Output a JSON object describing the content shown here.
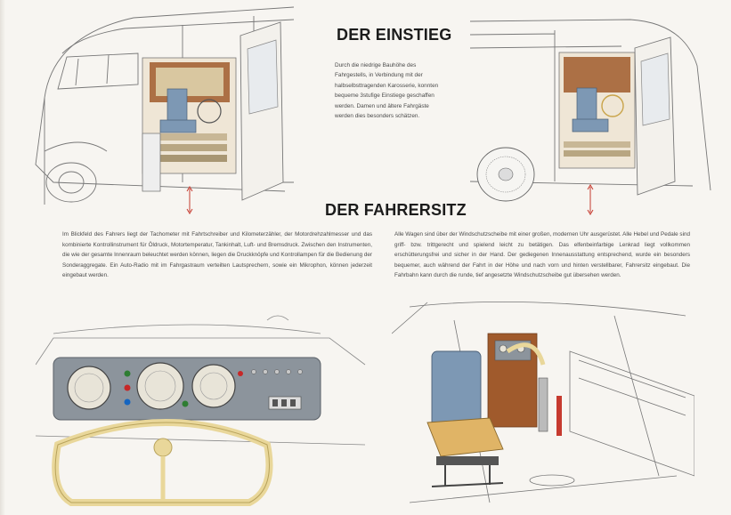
{
  "headings": {
    "einstieg": "DER EINSTIEG",
    "fahrersitz": "DER FAHRERSITZ"
  },
  "intro_text": "Durch die niedrige Bauhöhe des Fahrgestells, in Verbindung mit der halbselbsttragenden Karosserie, konnten bequeme 3stufige Einstiege geschaffen werden. Damen und ältere Fahrgäste werden dies besonders schätzen.",
  "body_text": {
    "col1": "Im Blickfeld des Fahrers liegt der Tachometer mit Fahrtschreiber und Kilometerzähler, der Motordrehzahlmesser und das kombinierte Kontrollinstrument für Öldruck, Motortemperatur, Tankinhalt, Luft- und Bremsdruck. Zwischen den Instrumenten, die wie der gesamte Innenraum beleuchtet werden können, liegen die Druckknöpfe und Kontrollampen für die Bedienung der Sonderaggregate. Ein Auto-Radio mit im Fahrgastraum verteilten Lautsprechern, sowie ein Mikrophon, können jederzeit eingebaut werden.",
    "col2": "Alle Wagen sind über der Windschutzscheibe mit einer großen, modernen Uhr ausgerüstet. Alle Hebel und Pedale sind griff- bzw. trittgerecht und spielend leicht zu betätigen. Das elfenbeinfarbige Lenkrad liegt vollkommen erschütterungsfrei und sicher in der Hand. Der gediegenen Innenausstattung entsprechend, wurde ein besonders bequemer, auch während der Fahrt in der Höhe und nach vorn und hinten verstellbarer, Fahrersitz eingebaut. Die Fahrbahn kann durch die runde, tief angesetzte Windschutzscheibe gut übersehen werden."
  },
  "colors": {
    "paper": "#f7f5f1",
    "line": "#6b6b6b",
    "wood": "#a05a2c",
    "seat_blue": "#7d98b4",
    "wheel_ivory": "#e9d79a",
    "arrow_red": "#c63a2f",
    "dash_grey": "#8c949c"
  }
}
